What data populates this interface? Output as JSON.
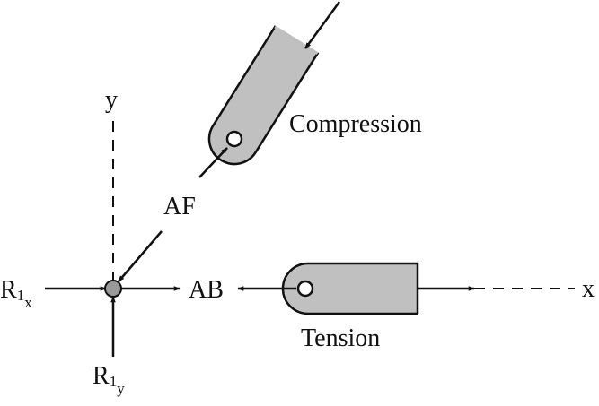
{
  "axes": {
    "x_label": "x",
    "y_label": "y"
  },
  "forces": {
    "af_label": "AF",
    "ab_label": "AB",
    "r1x": {
      "main": "R",
      "sub1": "1",
      "sub2": "x"
    },
    "r1y": {
      "main": "R",
      "sub1": "1",
      "sub2": "y"
    }
  },
  "members": {
    "compression_label": "Compression",
    "tension_label": "Tension"
  },
  "colors": {
    "member_fill": "#c0c0c0",
    "node_fill": "#9a9a9a",
    "stroke": "#111111"
  }
}
